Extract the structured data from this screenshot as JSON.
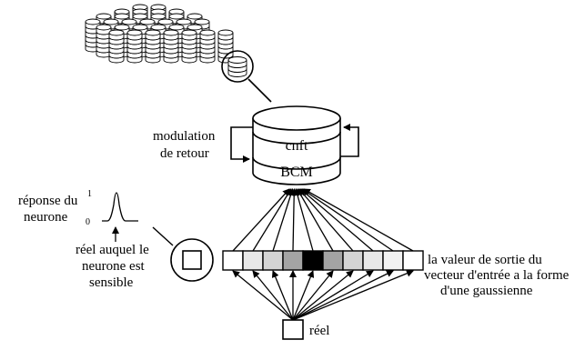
{
  "labels": {
    "modulation_line1": "modulation",
    "modulation_line2": "de retour",
    "cnft": "cnft",
    "bcm": "BCM",
    "reponse_line1": "réponse du",
    "reponse_line2": "neurone",
    "axis_one": "1",
    "axis_zero": "0",
    "reel_line1": "réel auquel le",
    "reel_line2": "neurone est",
    "reel_line3": "sensible",
    "sortie_line1": "la valeur de sortie du",
    "sortie_line2": "vecteur d'entrée a la forme",
    "sortie_line3": "d'une gaussienne",
    "input_label": "réel"
  },
  "input_vector_cell_colors": [
    "#ffffff",
    "#e8e8e8",
    "#d4d4d4",
    "#a4a4a4",
    "#000000",
    "#a4a4a4",
    "#d4d4d4",
    "#e8e8e8",
    "#f2f2f2",
    "#ffffff"
  ],
  "colors": {
    "stroke": "#000000",
    "background": "#ffffff"
  }
}
